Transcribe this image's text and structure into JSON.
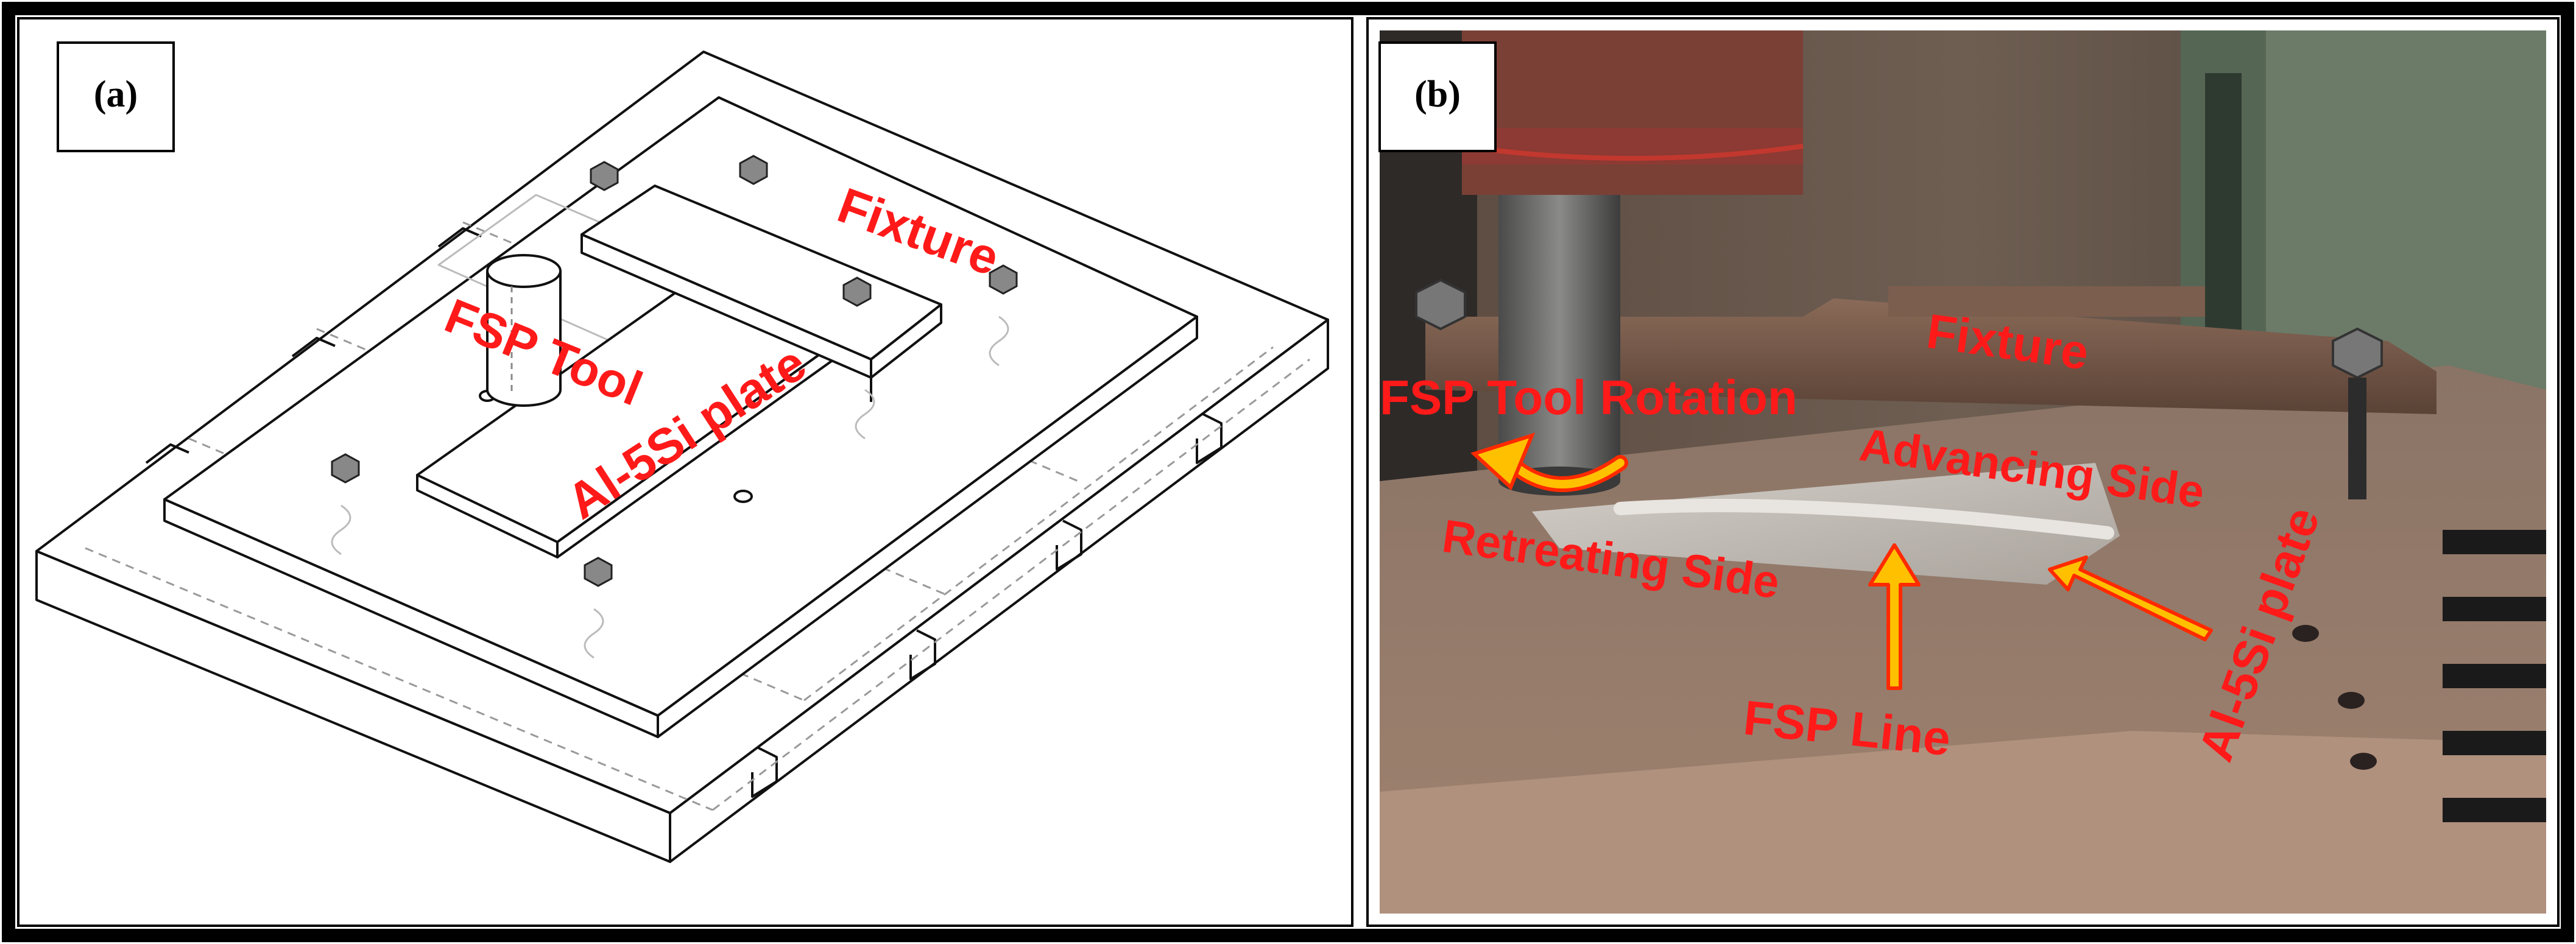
{
  "panels": [
    {
      "id": "a",
      "label": "(a)",
      "callouts": {
        "fixture": "Fixture",
        "tool": "FSP Tool",
        "plate": "Al-5Si plate"
      }
    },
    {
      "id": "b",
      "label": "(b)",
      "callouts": {
        "fixture": "Fixture",
        "rotation": "FSP Tool Rotation",
        "advancing": "Advancing Side",
        "retreating": "Retreating Side",
        "line": "FSP Line",
        "plate": "Al-5Si plate"
      }
    }
  ],
  "colors": {
    "label_red": "#ff1a1a",
    "arrow_fill": "#ffc000",
    "arrow_stroke": "#ff2a00",
    "frame": "#000000"
  }
}
